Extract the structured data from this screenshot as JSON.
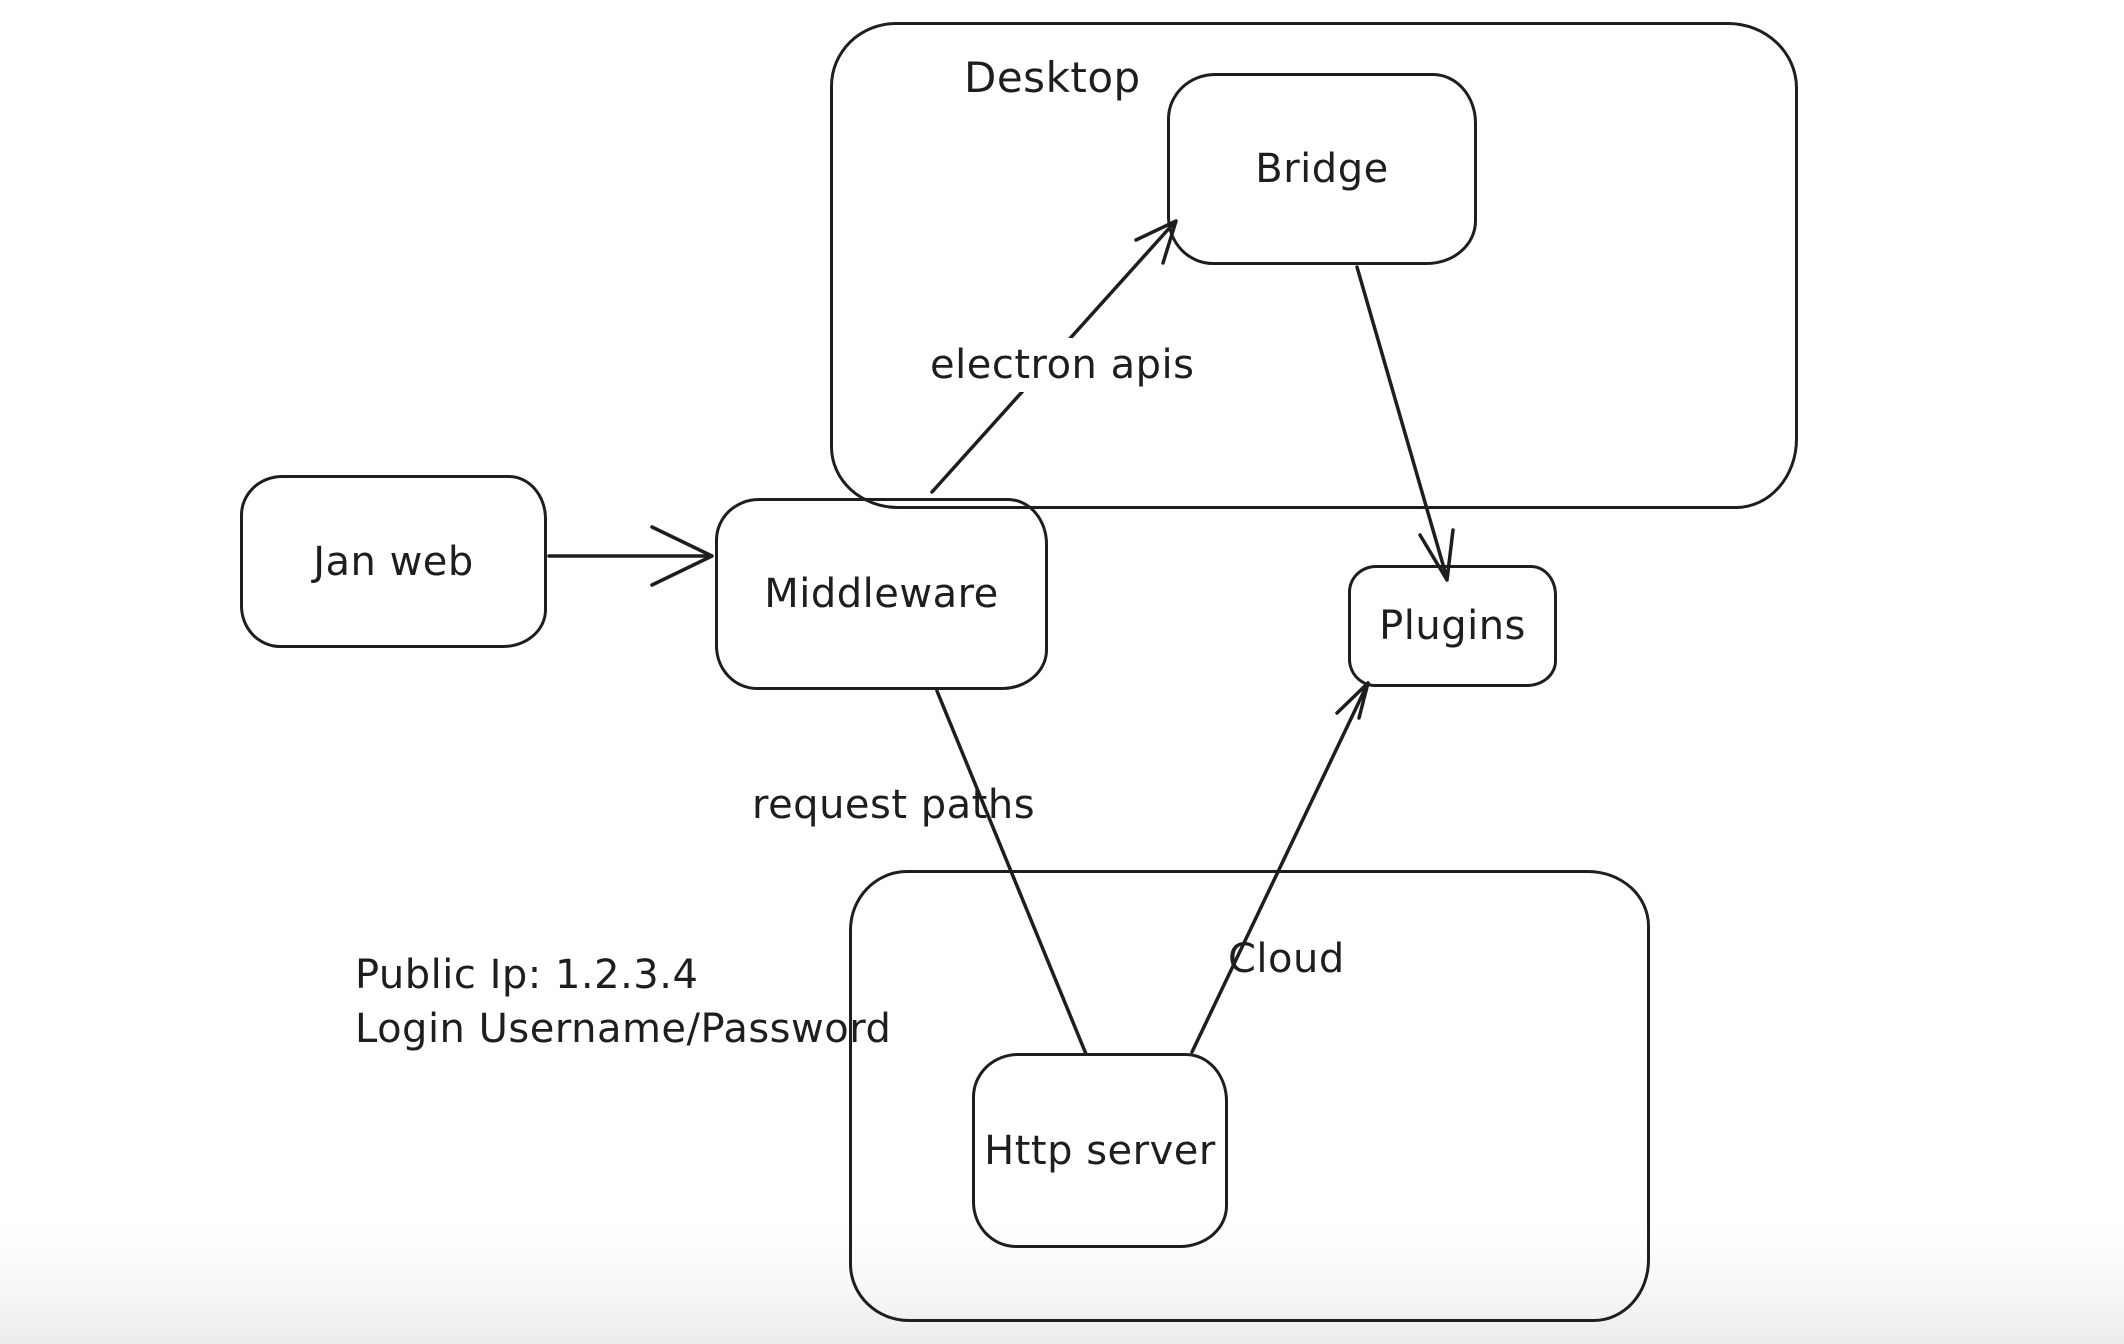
{
  "diagram": {
    "style": {
      "stroke_color": "#1e1e1e",
      "background_color": "#ffffff",
      "bottom_fade_color": "#ebebeb"
    },
    "containers": [
      {
        "id": "desktop",
        "label": "Desktop"
      },
      {
        "id": "cloud",
        "label": "Cloud"
      }
    ],
    "nodes": [
      {
        "id": "jan-web",
        "label": "Jan web",
        "container": null
      },
      {
        "id": "middleware",
        "label": "Middleware",
        "container": null
      },
      {
        "id": "bridge",
        "label": "Bridge",
        "container": "desktop"
      },
      {
        "id": "plugins",
        "label": "Plugins",
        "container": null
      },
      {
        "id": "http-server",
        "label": "Http server",
        "container": "cloud"
      }
    ],
    "edges": [
      {
        "id": "jan-web-to-middleware",
        "from": "Jan web",
        "to": "Middleware",
        "label": "",
        "arrowhead": "open"
      },
      {
        "id": "middleware-to-bridge",
        "from": "Middleware",
        "to": "Bridge",
        "label": "electron apis",
        "arrowhead": "open"
      },
      {
        "id": "bridge-to-plugins",
        "from": "Bridge",
        "to": "Plugins",
        "label": "",
        "arrowhead": "open"
      },
      {
        "id": "middleware-to-http-server",
        "from": "Middleware",
        "to": "Http server",
        "label": "request paths",
        "arrowhead": "none"
      },
      {
        "id": "http-server-to-plugins",
        "from": "Http server",
        "to": "Plugins",
        "label": "",
        "arrowhead": "open"
      }
    ],
    "notes": [
      {
        "text": "Public Ip: 1.2.3.4"
      },
      {
        "text": "Login Username/Password"
      }
    ]
  }
}
